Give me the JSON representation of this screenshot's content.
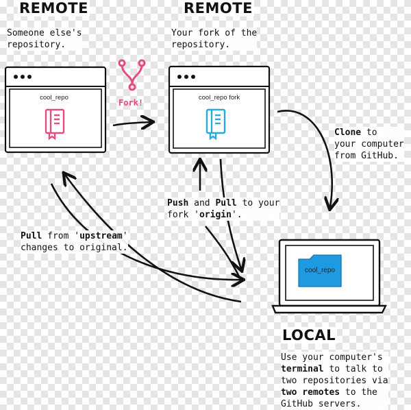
{
  "left": {
    "heading": "REMOTE",
    "desc": "Someone else's\nrepository.",
    "repo_name": "cool_repo",
    "icon": "book-icon",
    "color": "#e84a7f"
  },
  "right": {
    "heading": "REMOTE",
    "desc": "Your fork of the\nrepository.",
    "repo_name": "cool_repo fork",
    "icon": "book-icon",
    "color": "#29a8e0"
  },
  "fork": {
    "label": "Fork!",
    "icon": "fork-icon",
    "color": "#e84a7f"
  },
  "clone": {
    "bold": "Clone",
    "rest": " to\nyour computer\nfrom GitHub."
  },
  "push_pull": {
    "b1": "Push",
    "t1": " and ",
    "b2": "Pull",
    "t2": " to your\nfork '",
    "b3": "origin",
    "t3": "'."
  },
  "pull_upstream": {
    "b1": "Pull",
    "t1": " from '",
    "b2": "upstream",
    "t2": "'\nchanges to original."
  },
  "local": {
    "heading": "LOCAL",
    "folder_label": "cool_repo",
    "folder_color": "#1e9be0",
    "desc": {
      "t1": "Use your computer's\n",
      "b1": "terminal",
      "t2": " to talk to\ntwo repositories via\n",
      "b2": "two remotes",
      "t3": " to the\nGitHub servers."
    }
  }
}
